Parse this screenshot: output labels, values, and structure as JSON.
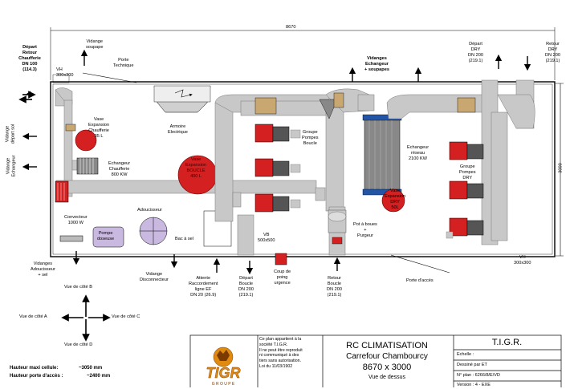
{
  "dimension_top": "8670",
  "dimension_right": "3000",
  "labels": {
    "depart_retour": [
      "Départ",
      "Retour",
      "Chaufferie",
      "DN 100",
      "(114.3)"
    ],
    "vh_left": [
      "VH",
      "300x300"
    ],
    "vidange_soupape": [
      "Vidange",
      "soupape"
    ],
    "porte_technique": [
      "Porte",
      "Technique"
    ],
    "vidanges_echangeur": [
      "Vidanges",
      "Echangeur",
      "+ soupapes"
    ],
    "depart_dry": [
      "Départ",
      "DRY",
      "DN 200",
      "(219.1)"
    ],
    "retour_dry": [
      "Retour",
      "DRY",
      "DN 200",
      "(219.1)"
    ],
    "vidange_depart_sol": [
      "Vidange",
      "départ sol"
    ],
    "vidange_echangeur_side": [
      "Vidange",
      "Echangeur"
    ],
    "vase_expansion_chaufferie": [
      "Vase",
      "Expansion",
      "Chaufferie",
      "35 L"
    ],
    "armoire": [
      "Armoire",
      "Electrique"
    ],
    "groupe_pompes_boucle": [
      "Groupe",
      "Pompes",
      "Boucle"
    ],
    "echangeur_reseau": [
      "Echangeur",
      "réseau",
      "2100 KW"
    ],
    "echangeur_chaufferie": [
      "Echangeur",
      "Chaufferie",
      "800 KW"
    ],
    "vase_expansion_boucle": [
      "Vase",
      "Expansion",
      "BOUCLE",
      "400 L"
    ],
    "vase_expansion_dry": [
      "Vase",
      "Expansion",
      "DRY",
      "50L"
    ],
    "groupe_pompes_dry": [
      "Groupe",
      "Pompes",
      "DRY"
    ],
    "convecteur": [
      "Convecteur",
      "1000 W"
    ],
    "pompe_doseuse": [
      "Pompe",
      "doseuse"
    ],
    "adoucisseur": "Adoucisseur",
    "bac_a_sel": "Bac à sel",
    "pot_a_boues": [
      "Pot à boues",
      "+",
      "Purgeur"
    ],
    "vb": [
      "VB",
      "500x500"
    ],
    "vh_right": [
      "VH",
      "300x300"
    ],
    "vidanges_adoucisseur": [
      "Vidanges",
      "Adoucisseur",
      "+ sel"
    ],
    "vidange_disconnecteur": [
      "Vidange",
      "Disconnecteur"
    ],
    "attente": [
      "Attente",
      "Raccordement",
      "ligne EF",
      "DN 20 (26.9)"
    ],
    "depart_boucle": [
      "Départ",
      "Boucle",
      "DN 200",
      "(219.1)"
    ],
    "coup_de_poing": [
      "Coup de",
      "poing",
      "urgence"
    ],
    "retour_boucle": [
      "Retour",
      "Boucle",
      "DN 200",
      "(219.1)"
    ],
    "porte_acces": "Porte d'accès",
    "vue_b": "Vue de côté B",
    "vue_a": "Vue de côté A",
    "vue_c": "Vue de côté C",
    "vue_d": "Vue de côté D"
  },
  "notes": {
    "hauteur_maxi_label": "Hauteur maxi cellule:",
    "hauteur_maxi_value": "~3050 mm",
    "hauteur_porte_label": "Hauteur porte d'accès :",
    "hauteur_porte_value": "~2400 mm"
  },
  "title_block": {
    "legal": [
      "Ce plan appartient à la",
      "société T.I.G.R.",
      "Il ne peut être reproduit",
      "ni communiqué à des",
      "tiers sans autorisation.",
      "Loi du 11/03/1902"
    ],
    "logo_text": "TIGR",
    "logo_sub": "G R O U P E",
    "company": "RC CLIMATISATION",
    "site": "Carrefour Chambourcy",
    "size": "8670 x 3000",
    "view": "Vue de dessus",
    "firm": "T.I.G.R.",
    "echelle": "Echelle :",
    "dessine": "Dessiné par ET",
    "plan": "N° plan : 6266/8/E/VD",
    "version": "Version : 4 - EXE"
  },
  "colors": {
    "pump_red": "#d42020",
    "pipe_gray": "#c8c8c8",
    "exchanger_blue": "#2255a8",
    "valve_tan": "#c8a870",
    "tigr_orange": "#e08a10"
  }
}
